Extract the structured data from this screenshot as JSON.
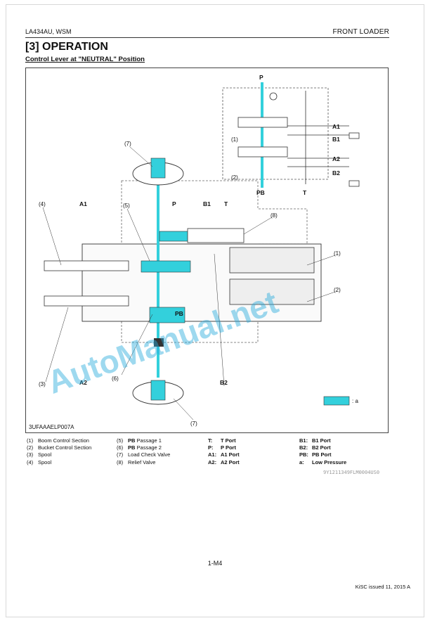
{
  "header": {
    "model": "LA434AU, WSM",
    "section": "FRONT LOADER"
  },
  "title": "[3]  OPERATION",
  "subtitle": "Control Lever at \"NEUTRAL\" Position",
  "figure": {
    "code": "3UFAAAELP007A",
    "accent_color": "#33d0dc",
    "callouts": {
      "c1": "(1)",
      "c2": "(2)",
      "c3": "(3)",
      "c4": "(4)",
      "c5": "(5)",
      "c6": "(6)",
      "c7a": "(7)",
      "c7b": "(7)",
      "c8": "(8)",
      "s1": "(1)",
      "s2": "(2)"
    },
    "ports": {
      "p_top": "P",
      "pb_bottom": "PB",
      "t_bottom": "T",
      "a1": "A1",
      "b1": "B1",
      "a2": "A2",
      "b2": "B2",
      "body_a1": "A1",
      "body_p": "P",
      "body_b1": "B1",
      "body_t": "T",
      "body_pb": "PB",
      "body_a2": "A2",
      "body_b2": "B2"
    },
    "key_label": ": a"
  },
  "legend": {
    "col1": [
      {
        "num": "(1)",
        "text": "Boom Control Section"
      },
      {
        "num": "(2)",
        "text": "Bucket Control Section"
      },
      {
        "num": "(3)",
        "text": "Spool"
      },
      {
        "num": "(4)",
        "text": "Spool"
      }
    ],
    "col2": [
      {
        "num": "(5)",
        "bold": "PB",
        "text": "Passage 1"
      },
      {
        "num": "(6)",
        "bold": "PB",
        "text": "Passage 2"
      },
      {
        "num": "(7)",
        "bold": "",
        "text": "Load Check Valve"
      },
      {
        "num": "(8)",
        "bold": "",
        "text": "Relief Valve"
      }
    ],
    "col3": [
      {
        "key": "T:",
        "text": "T Port"
      },
      {
        "key": "P:",
        "text": "P Port"
      },
      {
        "key": "A1:",
        "text": "A1 Port"
      },
      {
        "key": "A2:",
        "text": "A2 Port"
      }
    ],
    "col4": [
      {
        "key": "B1:",
        "text": "B1 Port"
      },
      {
        "key": "B2:",
        "text": "B2 Port"
      },
      {
        "key": "PB:",
        "text": "PB Port"
      },
      {
        "key": "a:",
        "text": "Low Pressure"
      }
    ]
  },
  "doc_id": "9Y1211349FLM0004US0",
  "page_number": "1-M4",
  "issued": "KiSC issued 11, 2015 A",
  "watermark": "AutoManual.net"
}
